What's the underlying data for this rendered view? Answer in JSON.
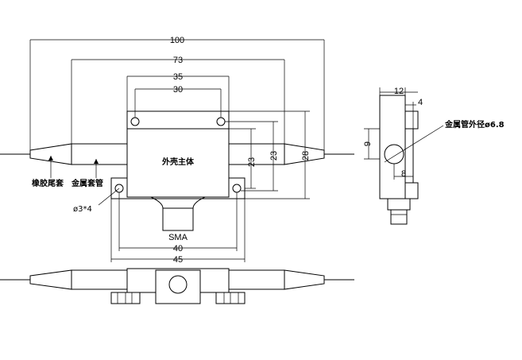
{
  "dimensions": {
    "overall_length": "100",
    "tube_span": "73",
    "mount_outer": "35",
    "mount_inner": "30",
    "height_inner_right": "23",
    "height_inner_left": "23",
    "height_outer": "28",
    "base_width": "40",
    "base_outer": "45",
    "side_width": "12",
    "side_notch": "4",
    "side_height": "9",
    "side_hole": "8"
  },
  "labels": {
    "rubber_boot": "橡胶尾套",
    "metal_sleeve": "金属套管",
    "housing": "外壳主体",
    "holes": "ø3*4",
    "connector": "SMA",
    "tube_od": "金属管外径ø6.8"
  }
}
